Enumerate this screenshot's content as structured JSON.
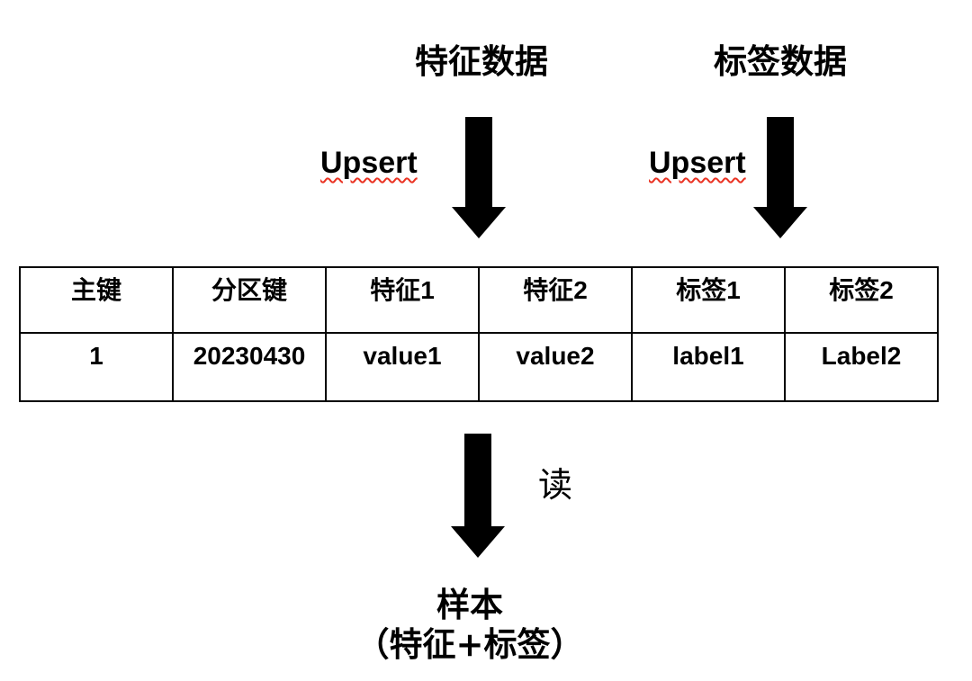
{
  "page": {
    "background_color": "#ffffff",
    "text_color": "#000000"
  },
  "titles": {
    "feature_data": "特征数据",
    "label_data": "标签数据"
  },
  "upsert": {
    "left_label": "Upsert",
    "right_label": "Upsert",
    "underline_color": "#ea3323"
  },
  "arrows": {
    "color": "#000000"
  },
  "table": {
    "headers": [
      "主键",
      "分区键",
      "特征1",
      "特征2",
      "标签1",
      "标签2"
    ],
    "rows": [
      [
        "1",
        "20230430",
        "value1",
        "value2",
        "label1",
        "Label2"
      ]
    ]
  },
  "read": {
    "label": "读"
  },
  "caption": {
    "line1": "样本",
    "line2": "（特征+标签）"
  }
}
